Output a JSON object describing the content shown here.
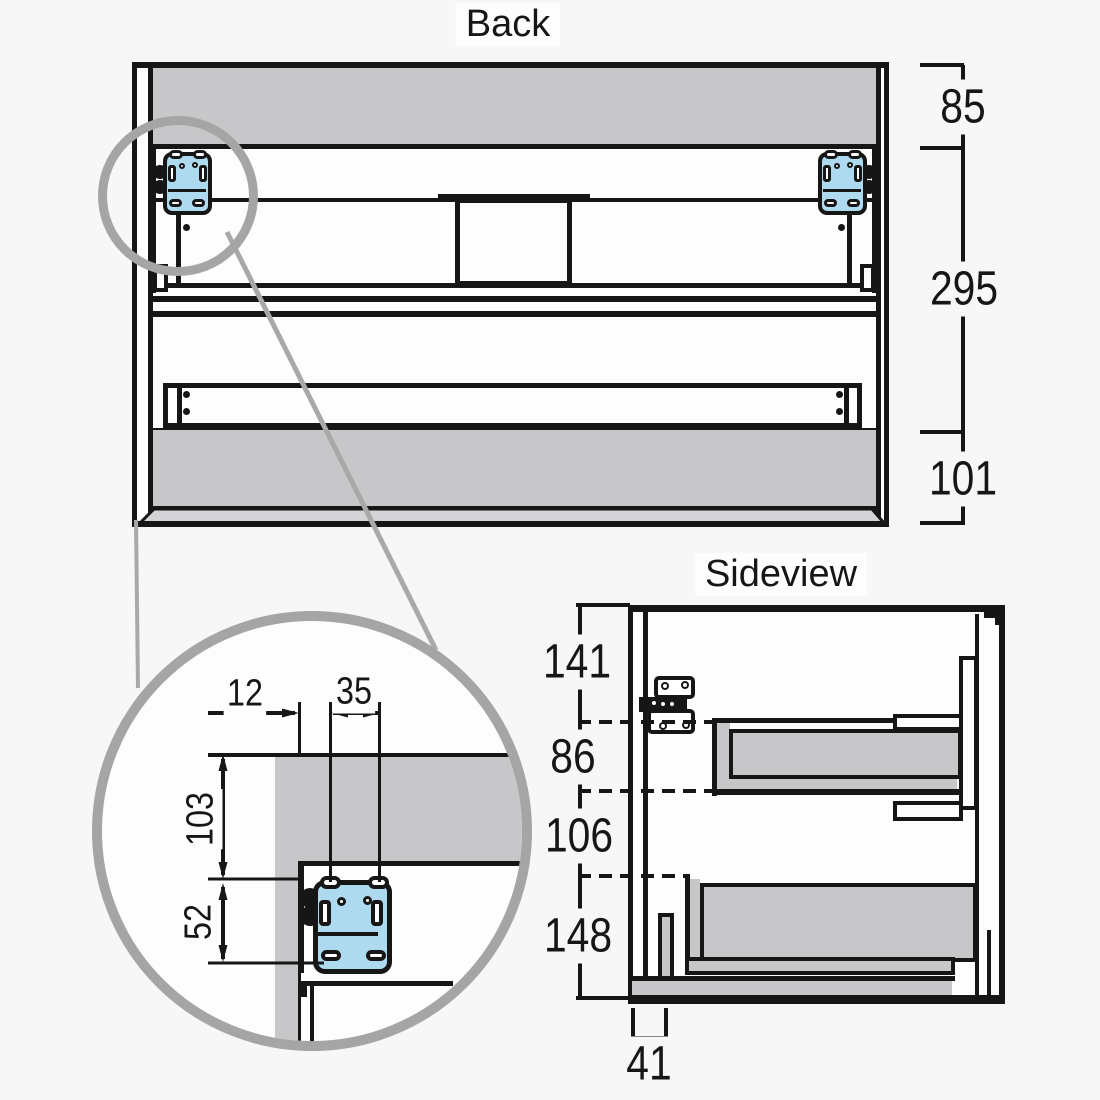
{
  "back": {
    "title": "Back",
    "d85": "85",
    "d295": "295",
    "d101": "101"
  },
  "side": {
    "title": "Sideview",
    "d141": "141",
    "d86": "86",
    "d106": "106",
    "d148": "148",
    "d41": "41"
  },
  "detail": {
    "d12": "12",
    "d35": "35",
    "d103": "103",
    "d52": "52"
  },
  "colors": {
    "panel_gray": "#c7c7c9",
    "bevel_gray": "#d4d4d6",
    "bracket_blue": "#aedaf0",
    "magnifier_ring_gray": "#a5a5a5",
    "line_black": "#161616",
    "background": "#f7f7f8"
  }
}
